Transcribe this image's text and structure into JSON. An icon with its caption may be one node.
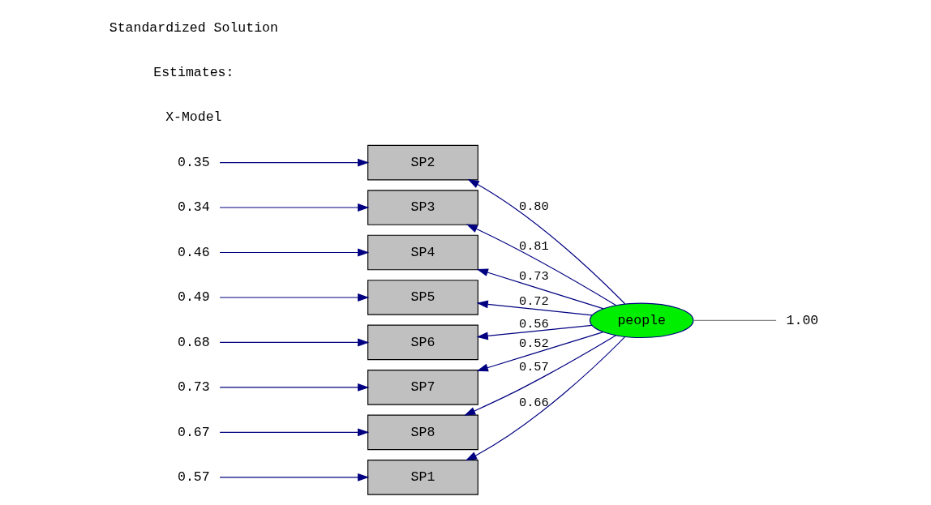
{
  "diagram": {
    "nodes": [
      {
        "text": [
          "SP1"
        ]
      },
      {
        "text": [
          "SP2"
        ]
      },
      {
        "text": [
          "SP3"
        ]
      },
      {
        "text": [
          "SP4"
        ]
      },
      {
        "text": [
          "SP5"
        ]
      },
      {
        "text": [
          "SP6"
        ]
      },
      {
        "text": [
          "SP7"
        ]
      },
      {
        "text": [
          "SP8"
        ]
      },
      {
        "text": [
          "people"
        ]
      },
      {
        "text": [
          "0.57"
        ]
      },
      {
        "text": [
          "0.35"
        ]
      },
      {
        "text": [
          "0.34"
        ]
      },
      {
        "text": [
          "0.46"
        ]
      },
      {
        "text": [
          "0.49"
        ]
      },
      {
        "text": [
          "0.68"
        ]
      },
      {
        "text": [
          "0.73"
        ]
      },
      {
        "text": [
          "0.67"
        ]
      },
      {
        "text": [
          "1.00"
        ]
      }
    ],
    "edges": [
      {
        "from": 8,
        "to": 0,
        "arrow": "to",
        "label": "0.66"
      },
      {
        "from": 8,
        "to": 1,
        "arrow": "to",
        "label": "0.80"
      },
      {
        "from": 8,
        "to": 2,
        "arrow": "to",
        "label": "0.81"
      },
      {
        "from": 8,
        "to": 3,
        "arrow": "to",
        "label": "0.73"
      },
      {
        "from": 8,
        "to": 4,
        "arrow": "to",
        "label": "0.72"
      },
      {
        "from": 8,
        "to": 5,
        "arrow": "to",
        "label": "0.56"
      },
      {
        "from": 8,
        "to": 6,
        "arrow": "to",
        "label": "0.52"
      },
      {
        "from": 8,
        "to": 7,
        "arrow": "to",
        "label": "0.57"
      },
      {
        "from": 9,
        "to": 0,
        "arrow": "to"
      },
      {
        "from": 10,
        "to": 1,
        "arrow": "to"
      },
      {
        "from": 11,
        "to": 2,
        "arrow": "to"
      },
      {
        "from": 12,
        "to": 3,
        "arrow": "to"
      },
      {
        "from": 13,
        "to": 4,
        "arrow": "to"
      },
      {
        "from": 14,
        "to": 5,
        "arrow": "to"
      },
      {
        "from": 15,
        "to": 6,
        "arrow": "to"
      },
      {
        "from": 16,
        "to": 7,
        "arrow": "to"
      },
      {
        "from": 8,
        "to": 17,
        "arrow": "none",
        "color": "#808080"
      }
    ],
    "labels": [
      "X-Model",
      "Estimates:",
      "Standardized Solution"
    ]
  }
}
